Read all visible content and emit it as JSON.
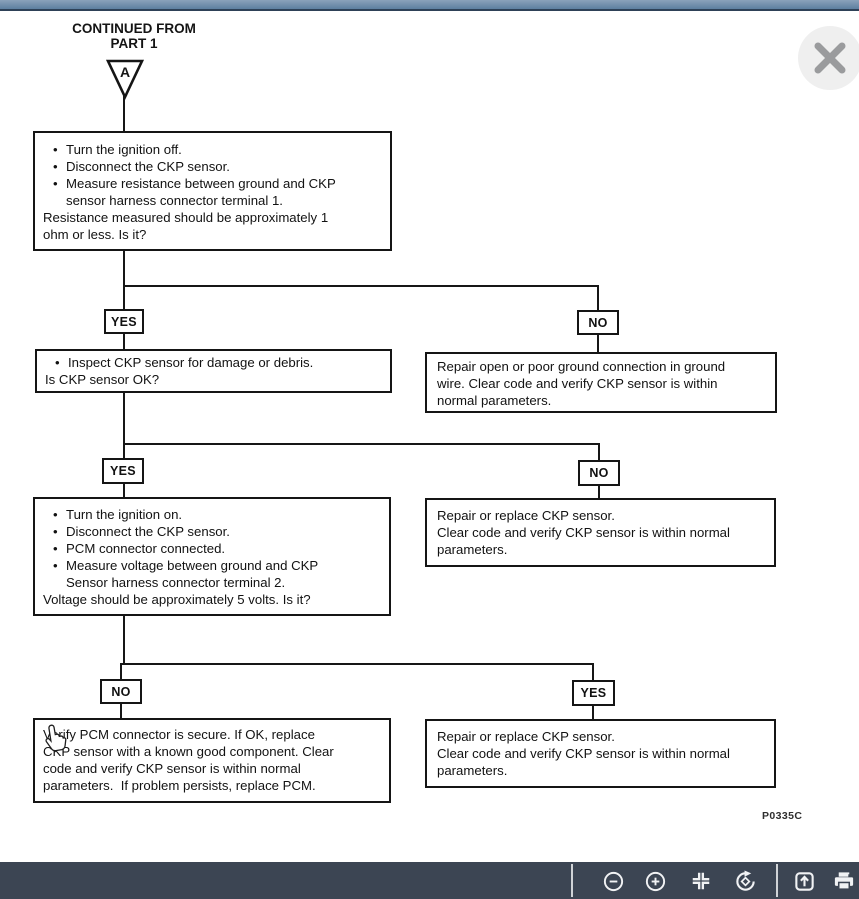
{
  "window": {
    "close_icon": "close-icon",
    "topbar_gradient_top": "#8ba2ba",
    "topbar_gradient_bottom": "#5d7fa0"
  },
  "flowchart": {
    "heading_line1": "CONTINUED FROM",
    "heading_line2": "PART 1",
    "connector_label": "A",
    "labels": {
      "yes": "YES",
      "no": "NO"
    },
    "boxes": {
      "step1": {
        "lines": [
          {
            "kind": "b",
            "text": "Turn the ignition off."
          },
          {
            "kind": "b",
            "text": "Disconnect the CKP sensor."
          },
          {
            "kind": "b",
            "text": "Measure resistance between ground and CKP"
          },
          {
            "kind": "c",
            "text": "sensor harness connector terminal 1."
          },
          {
            "kind": "p",
            "text": "Resistance measured should be approximately 1"
          },
          {
            "kind": "p",
            "text": "ohm or less. Is it?"
          }
        ]
      },
      "inspect": {
        "lines": [
          {
            "kind": "b",
            "text": "Inspect CKP sensor for damage or debris."
          },
          {
            "kind": "p",
            "text": "Is CKP sensor OK?"
          }
        ]
      },
      "repair_ground": {
        "lines": [
          {
            "kind": "p",
            "text": "Repair open or poor ground connection in ground"
          },
          {
            "kind": "p",
            "text": "wire. Clear code and verify CKP sensor is within"
          },
          {
            "kind": "p",
            "text": "normal parameters."
          }
        ]
      },
      "step2": {
        "lines": [
          {
            "kind": "b",
            "text": "Turn the ignition on."
          },
          {
            "kind": "b",
            "text": "Disconnect the CKP sensor."
          },
          {
            "kind": "b",
            "text": "PCM connector connected."
          },
          {
            "kind": "b",
            "text": "Measure voltage between ground and CKP"
          },
          {
            "kind": "c",
            "text": "Sensor harness connector terminal 2."
          },
          {
            "kind": "p",
            "text": "Voltage should be approximately 5 volts. Is it?"
          }
        ]
      },
      "repair_replace_1": {
        "lines": [
          {
            "kind": "p",
            "text": "Repair or replace CKP sensor."
          },
          {
            "kind": "p",
            "text": "Clear code and verify CKP sensor is within normal"
          },
          {
            "kind": "p",
            "text": "parameters."
          }
        ]
      },
      "verify_pcm": {
        "lines": [
          {
            "kind": "p",
            "text": "Verify PCM connector is secure. If OK, replace"
          },
          {
            "kind": "p",
            "text": "CKP sensor with a known good component. Clear"
          },
          {
            "kind": "p",
            "text": "code and verify CKP sensor is within normal"
          },
          {
            "kind": "p",
            "text": "parameters.  If problem persists, replace PCM."
          }
        ]
      },
      "repair_replace_2": {
        "lines": [
          {
            "kind": "p",
            "text": "Repair or replace CKP sensor."
          },
          {
            "kind": "p",
            "text": "Clear code and verify CKP sensor is within normal"
          },
          {
            "kind": "p",
            "text": "parameters."
          }
        ]
      }
    },
    "figure_code": "P0335C",
    "cursor_icon": "hand-pointer-cursor"
  },
  "toolbar": {
    "bg_color": "#3c4553",
    "icon_color": "#f1f2f4",
    "icons": [
      "zoom-out-icon",
      "zoom-in-icon",
      "fit-to-screen-icon",
      "rotate-icon",
      "open-in-new-icon",
      "print-icon"
    ]
  }
}
